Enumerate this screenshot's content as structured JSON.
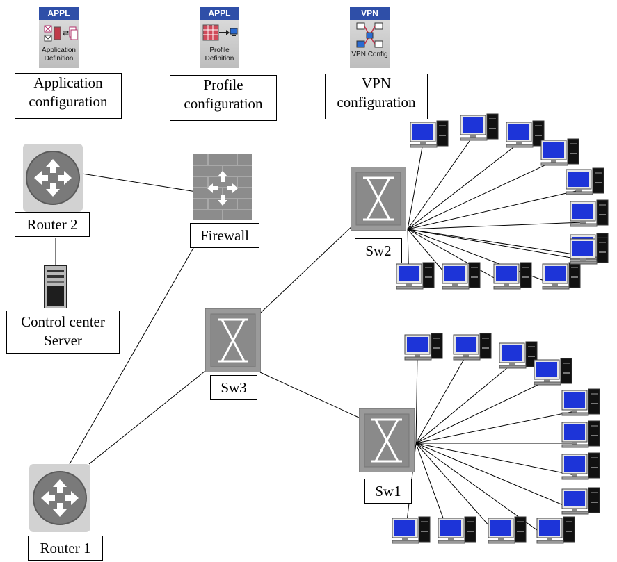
{
  "config_objects": [
    {
      "id": "app",
      "header": "APPL",
      "icon_caption_1": "Application",
      "icon_caption_2": "Definition",
      "label_1": "Application",
      "label_2": "configuration",
      "icon": "application-definition-icon"
    },
    {
      "id": "profile",
      "header": "APPL",
      "icon_caption_1": "Profile",
      "icon_caption_2": "Definition",
      "label_1": "Profile",
      "label_2": "configuration",
      "icon": "profile-definition-icon"
    },
    {
      "id": "vpn",
      "header": "VPN",
      "icon_caption_1": "VPN Config",
      "icon_caption_2": "",
      "label_1": "VPN",
      "label_2": "configuration",
      "icon": "vpn-config-icon"
    }
  ],
  "nodes": {
    "router2": {
      "label_1": "Router 2",
      "icon": "router-icon"
    },
    "router1": {
      "label_1": "Router 1",
      "icon": "router-icon"
    },
    "firewall": {
      "label_1": "Firewall",
      "icon": "firewall-icon"
    },
    "server": {
      "label_1": "Control center",
      "label_2": "Server",
      "icon": "server-icon"
    },
    "sw1": {
      "label_1": "Sw1",
      "icon": "switch-icon"
    },
    "sw2": {
      "label_1": "Sw2",
      "icon": "switch-icon"
    },
    "sw3": {
      "label_1": "Sw3",
      "icon": "switch-icon"
    }
  },
  "links": [
    [
      "router2",
      "firewall"
    ],
    [
      "router2",
      "server"
    ],
    [
      "firewall",
      "router1"
    ],
    [
      "router1",
      "sw3"
    ],
    [
      "sw3",
      "sw2"
    ],
    [
      "sw3",
      "sw1"
    ]
  ],
  "workstations": {
    "sw2_count": 12,
    "sw1_count": 12,
    "icon": "workstation-icon"
  },
  "colors": {
    "link": "#000000",
    "monitor_screen": "#1d34d8",
    "device_gray": "#8a8a8a",
    "config_header": "#2f4fa8"
  }
}
